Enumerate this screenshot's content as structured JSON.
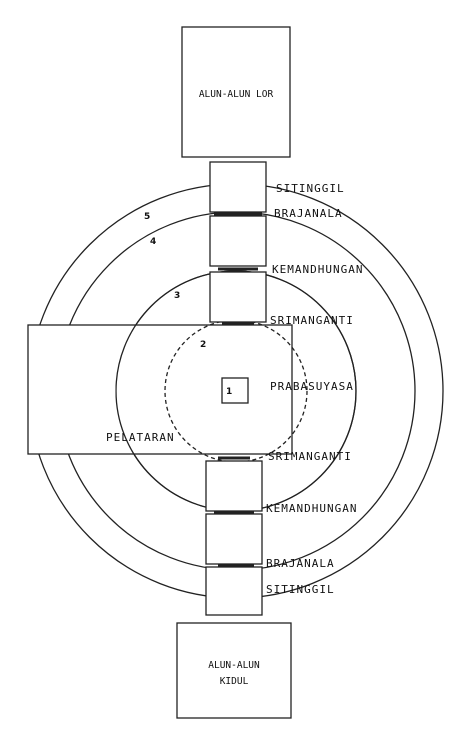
{
  "top_square": {
    "label": "ALUN-ALUN LOR"
  },
  "bottom_square": {
    "line1": "ALUN-ALUN",
    "line2": "KIDUL"
  },
  "ring_numbers": [
    "1",
    "2",
    "3",
    "4",
    "5"
  ],
  "labels": {
    "sitinggil_top": "SITINGGIL",
    "brajanala_top": "BRAJANALA",
    "kemandhungan_top": "KEMANDHUNGAN",
    "srimanganti_top": "SRIMANGANTI",
    "prabasuyasa": "PRABASUYASA",
    "pelataran": "PELATARAN",
    "srimanganti_bottom": "SRIMANGANTI",
    "kemandhungan_bottom": "KEMANDHUNGAN",
    "brajanala_bottom": "BRAJANALA",
    "sitinggil_bottom": "SITINGGIL"
  }
}
